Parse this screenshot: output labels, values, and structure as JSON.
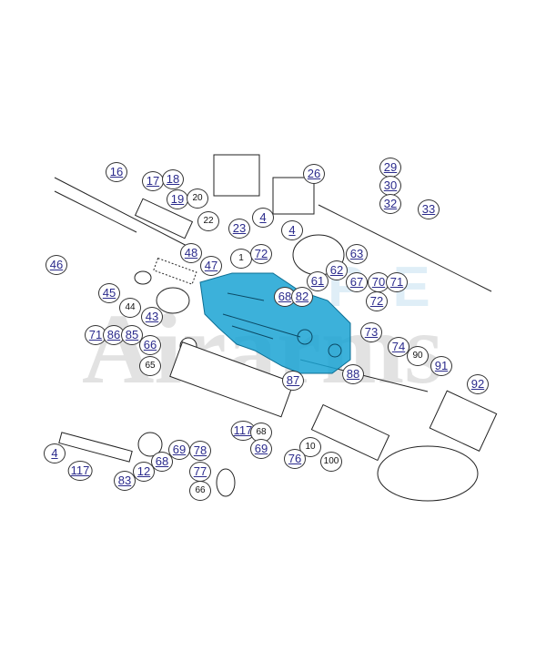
{
  "diagram": {
    "highlight_color": "#1aa3d4",
    "watermark_text": [
      "PE",
      "Airarms"
    ],
    "part_labels": [
      "16",
      "17",
      "18",
      "19",
      "20",
      "22",
      "23",
      "4",
      "4",
      "26",
      "29",
      "30",
      "32",
      "33",
      "46",
      "48",
      "47",
      "1",
      "72",
      "63",
      "62",
      "61",
      "68",
      "82",
      "67",
      "70",
      "71",
      "72",
      "73",
      "74",
      "90",
      "91",
      "92",
      "88",
      "87",
      "45",
      "44",
      "43",
      "71",
      "86",
      "85",
      "66",
      "65",
      "117",
      "68",
      "69",
      "10",
      "78",
      "77",
      "66",
      "76",
      "100",
      "69",
      "68",
      "12",
      "83",
      "117",
      "4"
    ]
  }
}
